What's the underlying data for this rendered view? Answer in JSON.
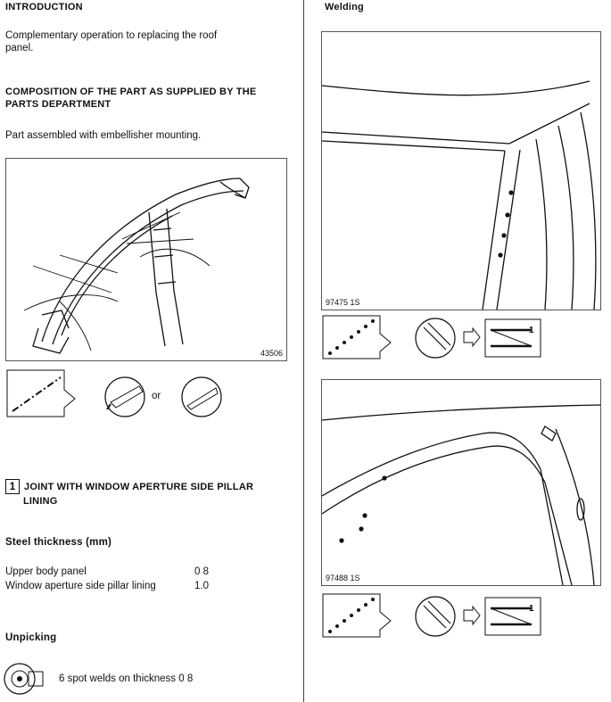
{
  "left": {
    "intro_heading": "INTRODUCTION",
    "intro_text_line1": "Complementary operation to replacing the roof",
    "intro_text_line2": "panel.",
    "composition_heading_line1": "COMPOSITION OF THE PART AS SUPPLIED BY THE",
    "composition_heading_line2": "PARTS DEPARTMENT",
    "composition_text": "Part assembled with embellisher mounting.",
    "figure1_ref": "43506",
    "or_label": "or",
    "joint_number": "1",
    "joint_heading_line1": "JOINT WITH WINDOW APERTURE SIDE PILLAR",
    "joint_heading_line2": "LINING",
    "steel_heading": "Steel thickness (mm)",
    "steel_rows": [
      {
        "part": "Upper body panel",
        "value": "0 8"
      },
      {
        "part": "Window aperture side pillar lining",
        "value": "1.0"
      }
    ],
    "unpicking_heading": "Unpicking",
    "unpicking_text": "6 spot welds on thickness 0 8"
  },
  "right": {
    "welding_heading": "Welding",
    "figure2_ref": "97475 1S",
    "figure3_ref": "97488 1S",
    "weld_tag_1": "1",
    "weld_tag_2": "1"
  }
}
